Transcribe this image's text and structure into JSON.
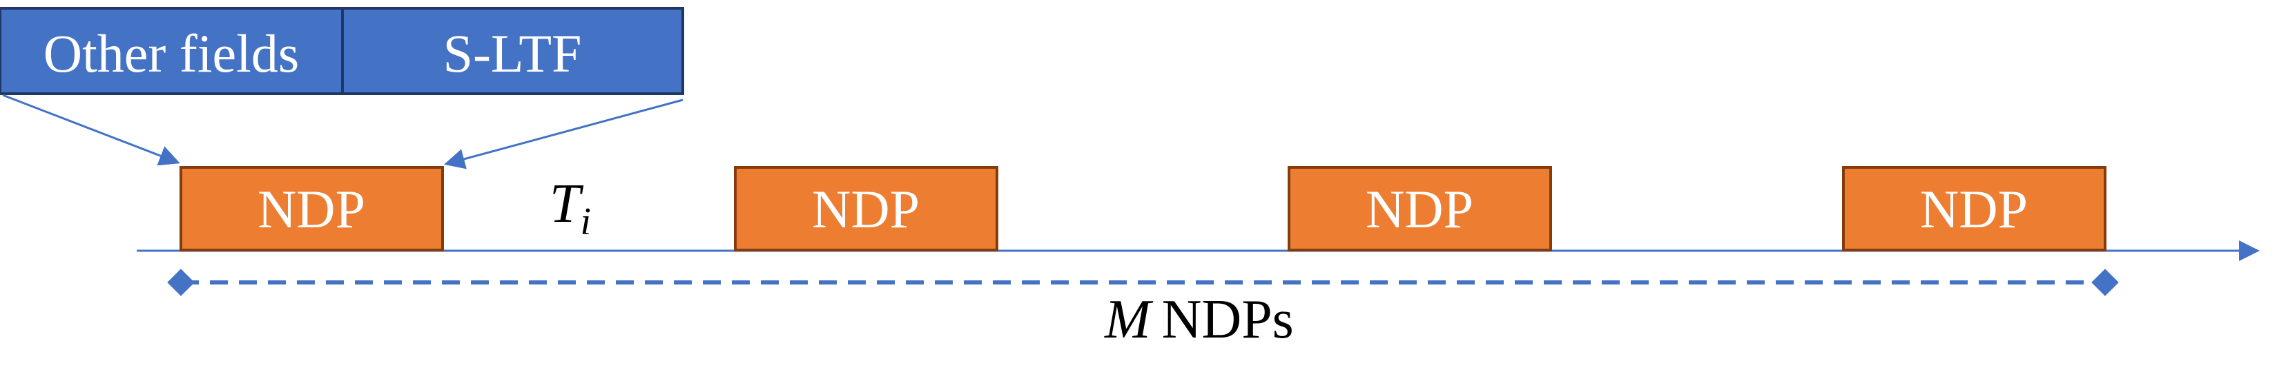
{
  "colors": {
    "header_fill": "#4472C4",
    "header_stroke": "#1F3864",
    "ndp_fill": "#ED7D31",
    "ndp_stroke": "#843C0C",
    "axis": "#4472C4",
    "dash": "#4472C4",
    "text": "#000000"
  },
  "header": {
    "fields": [
      "Other fields",
      "S-LTF"
    ]
  },
  "ndp_label": "NDP",
  "ndps": [
    "NDP",
    "NDP",
    "NDP",
    "NDP"
  ],
  "interval_label": {
    "symbol": "T",
    "subscript": "i"
  },
  "span_label": {
    "symbol": "M",
    "text": "NDPs"
  }
}
